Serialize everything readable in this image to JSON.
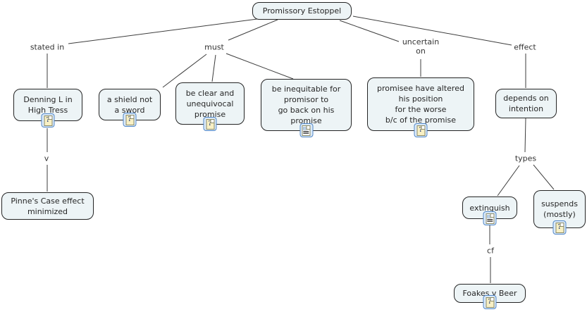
{
  "map": {
    "root": "Promissory Estoppel",
    "phrases": {
      "stated_in": "stated in",
      "must": "must",
      "uncertain_on": "uncertain\non",
      "effect": "effect",
      "v": "v",
      "types": "types",
      "cf": "cf"
    },
    "concepts": {
      "denning": "Denning L in\nHigh Tress",
      "shield": "a shield not\na sword",
      "clear": "be clear and\nunequivocal\npromise",
      "inequitable": "be inequitable for\npromisor to\ngo back on his\npromise",
      "promisee": "promisee have altered\nhis position\nfor the worse\nb/c of the promise",
      "depends": "depends on\nintention",
      "pinnes": "Pinne's Case effect\nminimized",
      "extinguish": "extinguish",
      "suspends": "suspends\n(mostly)",
      "foakes": "Foakes v Beer"
    },
    "icons": {
      "question_glyph": "?"
    },
    "colors": {
      "node_fill": "#edf4f6",
      "node_border": "#242424",
      "edge": "#3d3d3d",
      "icon_frame": "#4f86c6",
      "icon_page": "#f8f0c4"
    }
  }
}
